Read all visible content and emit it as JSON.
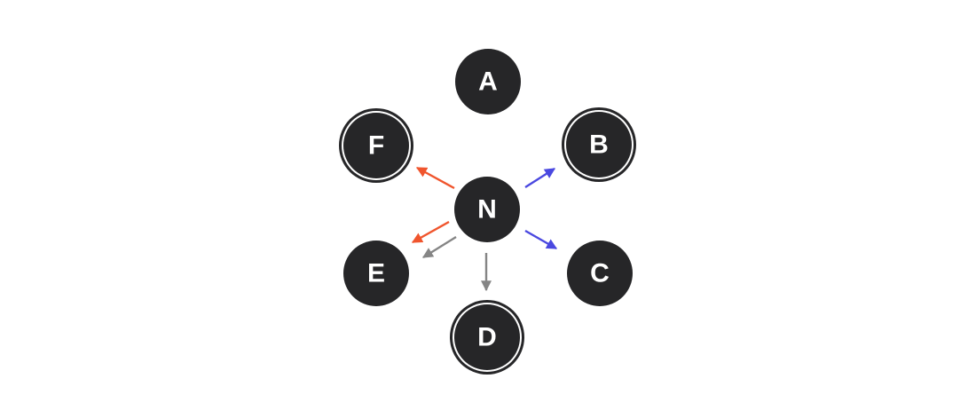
{
  "colors": {
    "node_fill": "#262628",
    "ring": "#262628",
    "label": "#ffffff",
    "arrow_red": "#f0552d",
    "arrow_blue": "#4a48e0",
    "arrow_gray": "#858585"
  },
  "nodes": [
    {
      "id": "A",
      "label": "A",
      "double_ring": false
    },
    {
      "id": "B",
      "label": "B",
      "double_ring": true
    },
    {
      "id": "C",
      "label": "C",
      "double_ring": false
    },
    {
      "id": "D",
      "label": "D",
      "double_ring": true
    },
    {
      "id": "E",
      "label": "E",
      "double_ring": false
    },
    {
      "id": "F",
      "label": "F",
      "double_ring": true
    },
    {
      "id": "N",
      "label": "N",
      "double_ring": false
    }
  ],
  "edges": [
    {
      "from": "N",
      "to": "F",
      "color": "arrow_red"
    },
    {
      "from": "N",
      "to": "B",
      "color": "arrow_blue"
    },
    {
      "from": "N",
      "to": "E",
      "color": "arrow_red"
    },
    {
      "from": "N",
      "to": "E",
      "color": "arrow_gray"
    },
    {
      "from": "N",
      "to": "D",
      "color": "arrow_gray"
    },
    {
      "from": "N",
      "to": "C",
      "color": "arrow_blue"
    }
  ]
}
